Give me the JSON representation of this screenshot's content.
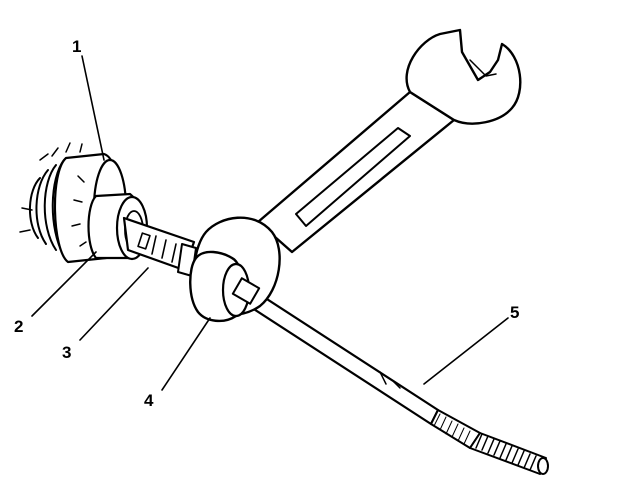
{
  "diagram": {
    "callouts": [
      "1",
      "2",
      "3",
      "4",
      "5"
    ]
  },
  "colors": {
    "ink": "#000000",
    "paper": "#ffffff"
  }
}
